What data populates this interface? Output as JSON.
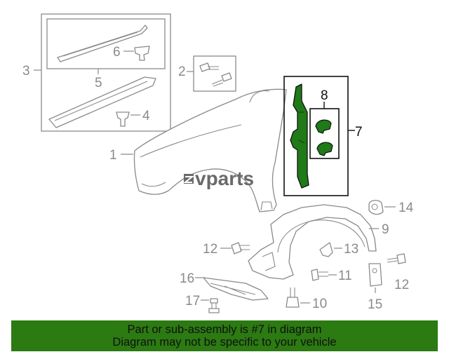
{
  "watermark": {
    "brand": "vparts"
  },
  "callouts": {
    "c1": "1",
    "c2": "2",
    "c3": "3",
    "c4": "4",
    "c5": "5",
    "c6": "6",
    "c7": "7",
    "c8": "8",
    "c9": "9",
    "c10": "10",
    "c11": "11",
    "c12a": "12",
    "c12b": "12",
    "c13": "13",
    "c14": "14",
    "c15": "15",
    "c16": "16",
    "c17": "17"
  },
  "highlight": {
    "part": "7",
    "accent": "#2c7a12",
    "part_fill": "#1f7a17"
  },
  "banner": {
    "line1": "Part or sub-assembly is #7 in diagram",
    "line2": "Diagram may not be specific to your vehicle",
    "background": "#2c7a12"
  }
}
